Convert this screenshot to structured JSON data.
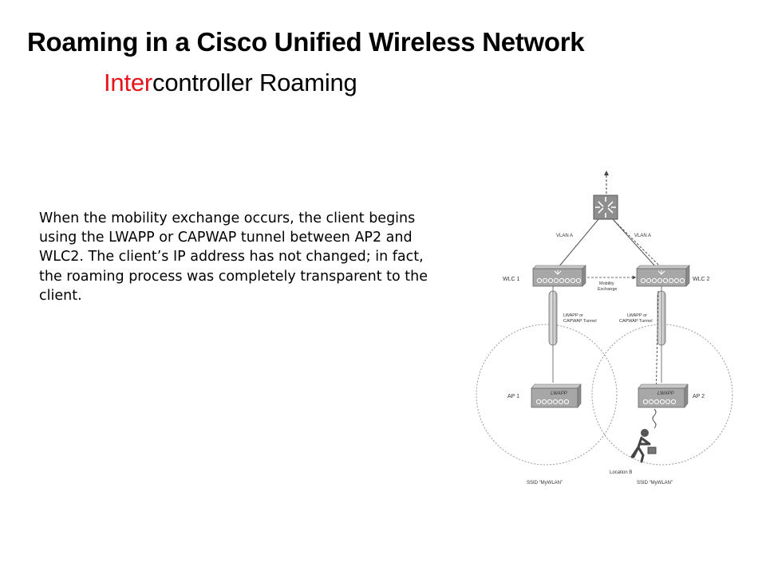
{
  "slide": {
    "title": "Roaming in a Cisco Unified Wireless Network",
    "subtitle_accent": "Inter",
    "subtitle_rest": "controller Roaming",
    "body_lines": [
      "When the mobility exchange occurs, the client begins",
      "using the LWAPP or CAPWAP tunnel between AP2 and",
      "WLC2. The client’s IP address has not changed; in fact,",
      "the roaming process was completely transparent to the",
      "client."
    ]
  },
  "diagram": {
    "vlan_left": "VLAN A",
    "vlan_right": "VLAN A",
    "wlc1_label": "WLC 1",
    "wlc2_label": "WLC 2",
    "mobility_line1": "Mobility",
    "mobility_line2": "Exchange",
    "tunnel_left_line1": "LWAPP or",
    "tunnel_left_line2": "CAPWAP Tunnel",
    "tunnel_right_line1": "LWAPP or",
    "tunnel_right_line2": "CAPWAP Tunnel",
    "ap1_label": "AP 1",
    "ap2_label": "AP 2",
    "ap1_badge": "LWAPP",
    "ap2_badge": "LWAPP",
    "location_label": "Location B",
    "ssid_left": "SSID “MyWLAN”",
    "ssid_right": "SSID “MyWLAN”",
    "colors": {
      "accent": "#e5141b",
      "device": "#a9a9a9",
      "device_dark": "#6f6f6f",
      "line": "#555555"
    }
  }
}
